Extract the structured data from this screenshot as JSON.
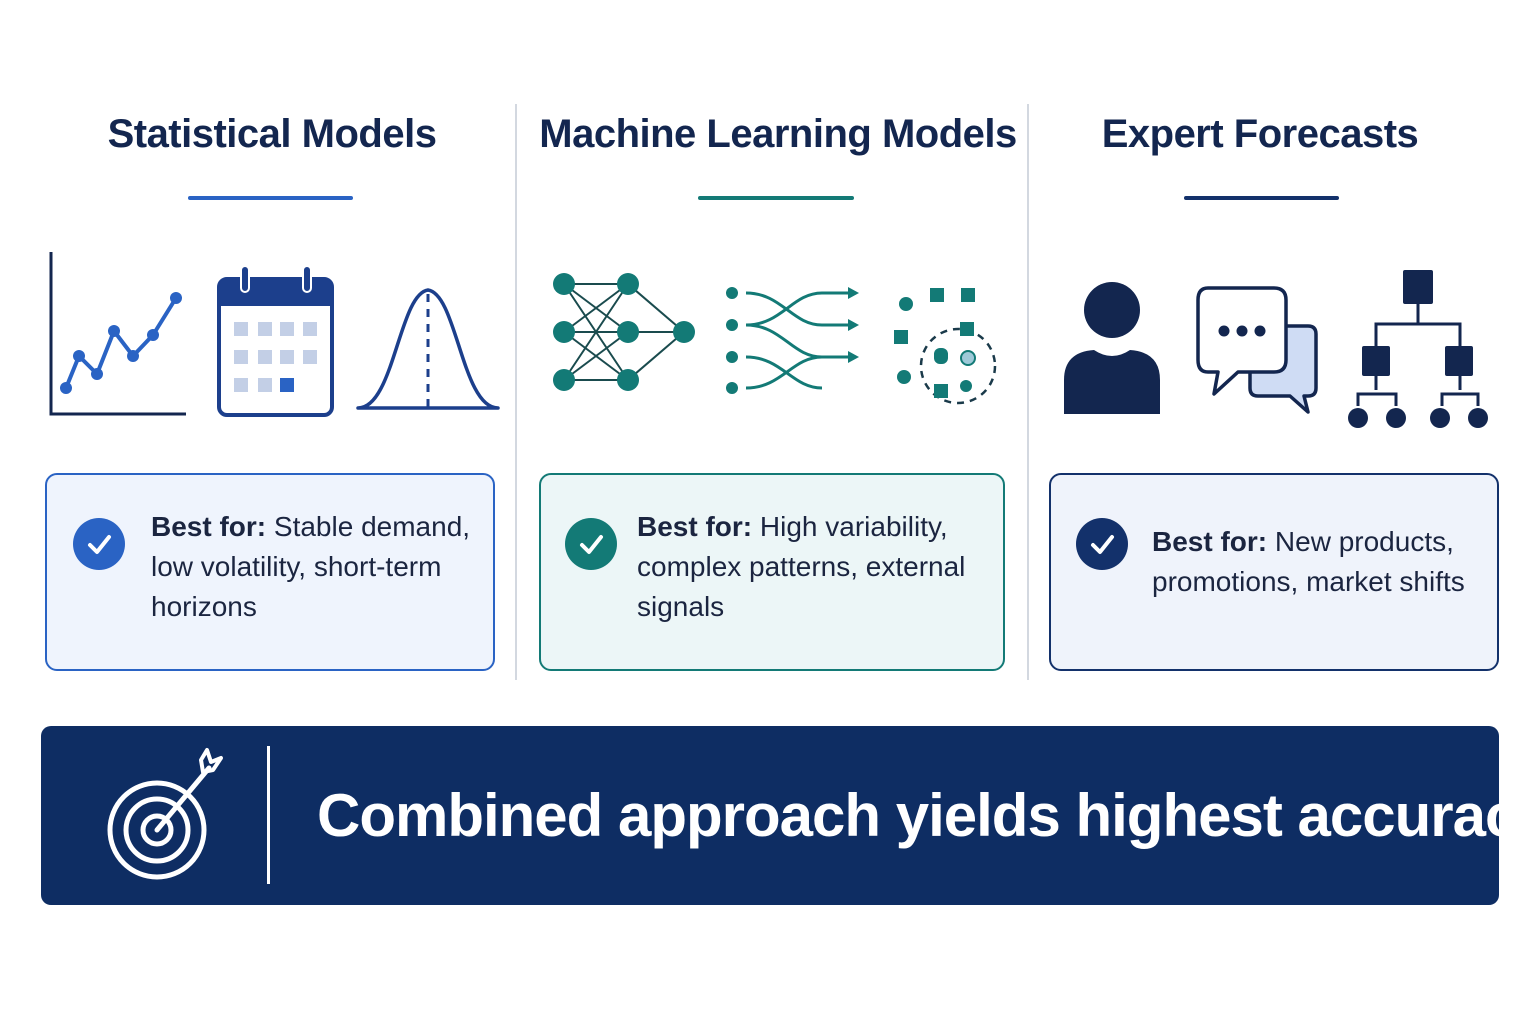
{
  "columns": [
    {
      "title": "Statistical Models",
      "accent": "#2a63c4",
      "icons": [
        "line-chart-icon",
        "calendar-icon",
        "bell-curve-icon"
      ],
      "best_for_label": "Best for:",
      "best_for_text": "Stable demand, low volatility, short-term horizons"
    },
    {
      "title": "Machine Learning Models",
      "accent": "#137a76",
      "icons": [
        "neural-network-icon",
        "branching-arrows-icon",
        "data-cluster-icon"
      ],
      "best_for_label": "Best for:",
      "best_for_text": "High variability, complex patterns, external signals"
    },
    {
      "title": "Expert Forecasts",
      "accent": "#13316b",
      "icons": [
        "person-icon",
        "chat-bubbles-icon",
        "hierarchy-icon"
      ],
      "best_for_label": "Best for:",
      "best_for_text": "New products, promotions, market shifts"
    }
  ],
  "banner": {
    "icon": "target-arrow-icon",
    "text": "Combined approach yields highest accuracy",
    "background": "#0e2d63"
  }
}
